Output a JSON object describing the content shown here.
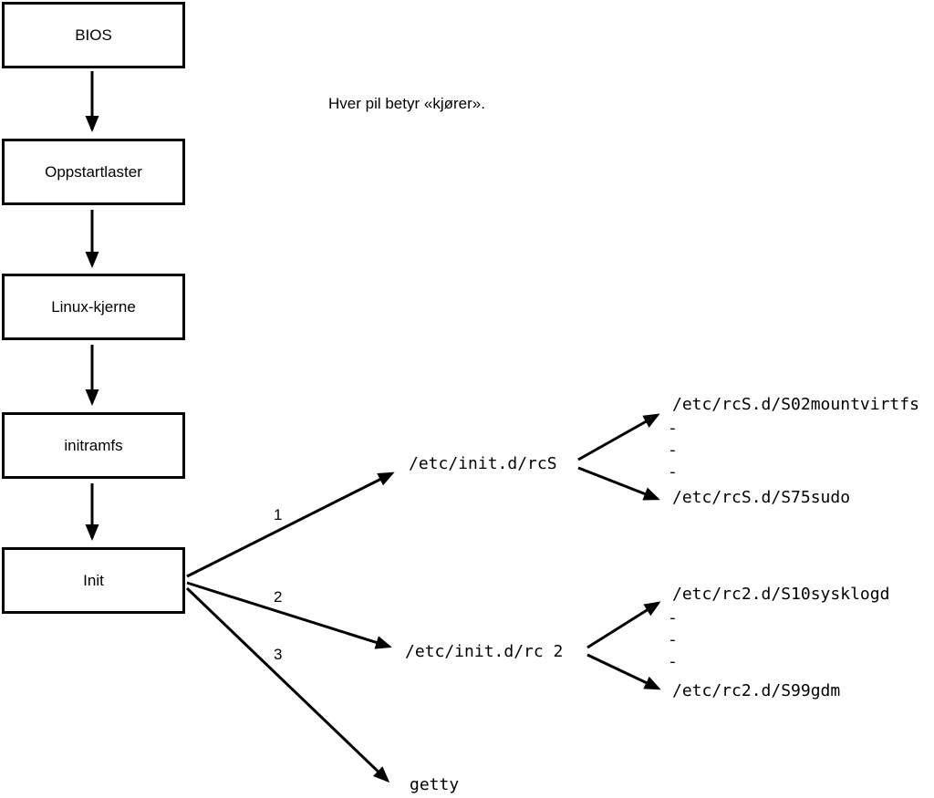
{
  "note": "Hver pil betyr «kjører».",
  "boxes": {
    "bios": "BIOS",
    "bootloader": "Oppstartlaster",
    "kernel": "Linux-kjerne",
    "initramfs": "initramfs",
    "init": "Init"
  },
  "init_branches": [
    {
      "number": "1",
      "target": "/etc/init.d/rcS"
    },
    {
      "number": "2",
      "target": "/etc/init.d/rc 2"
    },
    {
      "number": "3",
      "target": "getty"
    }
  ],
  "rcS_dir": {
    "first_script": "/etc/rcS.d/S02mountvirtfs",
    "ellipsis": [
      "-",
      "-",
      "-"
    ],
    "last_script": "/etc/rcS.d/S75sudo"
  },
  "rc2_dir": {
    "first_script": "/etc/rc2.d/S10sysklogd",
    "ellipsis": [
      "-",
      "-",
      "-"
    ],
    "last_script": "/etc/rc2.d/S99gdm"
  }
}
